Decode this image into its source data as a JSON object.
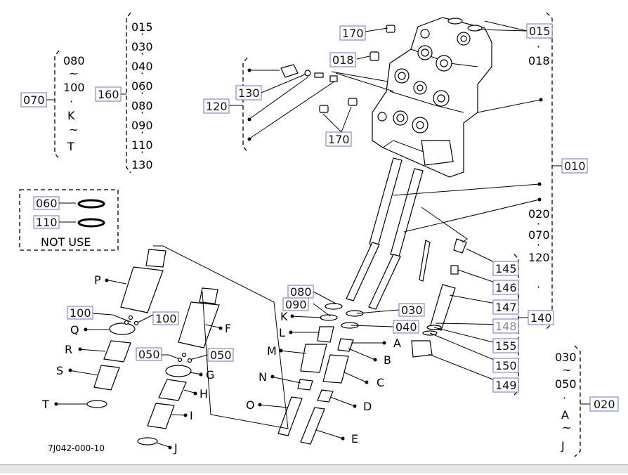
{
  "drawing_id": "7J042-000-10",
  "ref_boxes": {
    "b070": "070",
    "b160": "160",
    "b120": "120",
    "b130": "130",
    "b170a": "170",
    "b170b": "170",
    "b018": "018",
    "b015": "015",
    "b010": "010",
    "b060": "060",
    "b110": "110",
    "b100a": "100",
    "b100b": "100",
    "b050a": "050",
    "b050b": "050",
    "b080": "080",
    "b090": "090",
    "b030": "030",
    "b040": "040",
    "b145": "145",
    "b146": "146",
    "b147": "147",
    "b148": "148",
    "b155": "155",
    "b150": "150",
    "b149": "149",
    "b140": "140",
    "b020": "020"
  },
  "list_070": [
    "080",
    "~",
    "100",
    "·",
    "K",
    "~",
    "T"
  ],
  "list_160": [
    "015",
    "·",
    "030",
    "·",
    "040",
    "·",
    "060",
    "·",
    "080",
    "·",
    "090",
    "·",
    "110",
    "·",
    "130"
  ],
  "list_010": [
    "·",
    "018",
    "020",
    "·",
    "070",
    "·",
    "120",
    "·"
  ],
  "list_020": [
    "030",
    "~",
    "050",
    "·",
    "A",
    "~",
    "J"
  ],
  "not_use": "NOT USE",
  "letters": {
    "A": "A",
    "B": "B",
    "C": "C",
    "D": "D",
    "E": "E",
    "F": "F",
    "G": "G",
    "H": "H",
    "I": "I",
    "J": "J",
    "K": "K",
    "L": "L",
    "M": "M",
    "N": "N",
    "O": "O",
    "P": "P",
    "Q": "Q",
    "R": "R",
    "S": "S",
    "T": "T"
  },
  "colors": {
    "ref_box_border": "#6f6fc8",
    "line": "#000000",
    "background": "#ffffff"
  }
}
